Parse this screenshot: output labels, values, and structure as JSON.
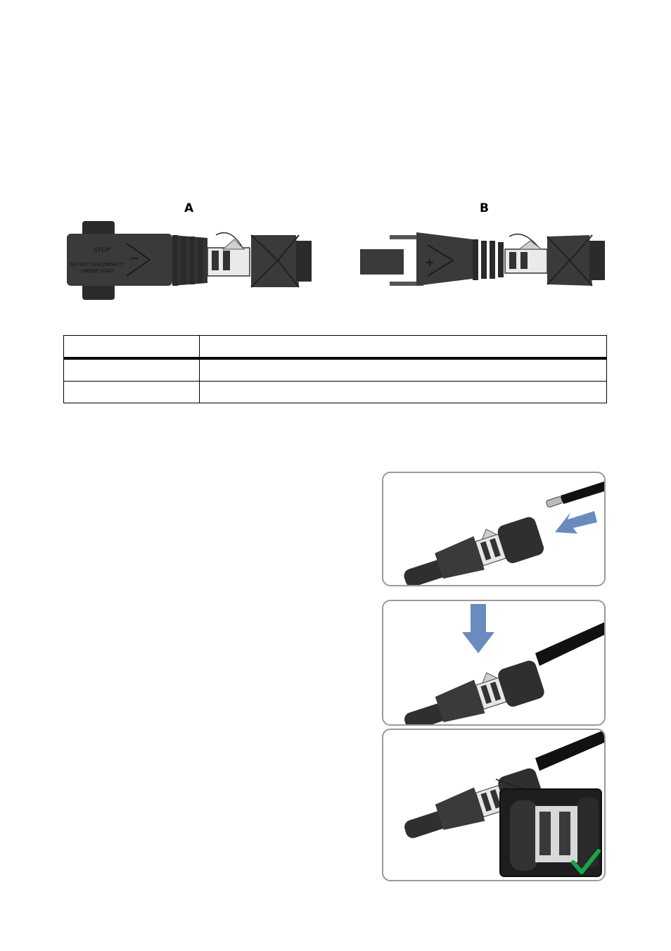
{
  "figure": {
    "connector_a": {
      "label": "A",
      "polarity": "−",
      "warning_text": [
        "STOP",
        "DO NOT DISCONNECT",
        "UNDER LOAD"
      ]
    },
    "connector_b": {
      "label": "B",
      "polarity": "+"
    }
  },
  "legend_table": {
    "rows": [
      {
        "col1": "",
        "col2": ""
      },
      {
        "col1": "",
        "col2": ""
      },
      {
        "col1": "",
        "col2": ""
      }
    ]
  },
  "steps": [
    {
      "id": 1,
      "icon": "insert-arrow-icon"
    },
    {
      "id": 2,
      "icon": "press-down-arrow-icon"
    },
    {
      "id": 3,
      "icon": "checkmark-icon"
    }
  ],
  "colors": {
    "connector_body": "#3a3a3a",
    "connector_dark": "#1c1c1c",
    "arrow_blue": "#6a8bbf",
    "check_green": "#1aa34a",
    "frame_grey": "#9a9a9a"
  }
}
